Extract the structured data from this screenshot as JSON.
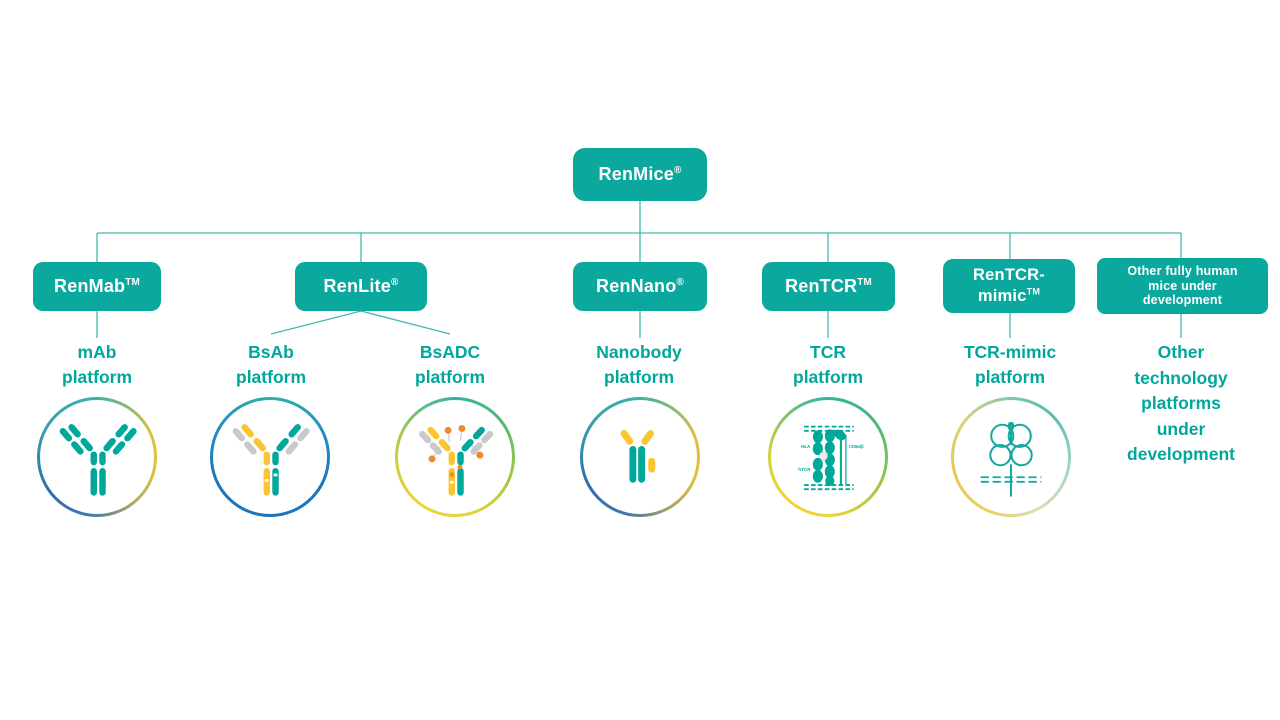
{
  "colors": {
    "box_teal": "#0ba89e",
    "text_teal": "#00a79b",
    "line_teal": "#45b8ae",
    "antibody_yellow": "#fdc431",
    "antibody_gray": "#c9c9c9",
    "payload_orange": "#ee8a31",
    "ring_blue": "#1b75bb"
  },
  "root": {
    "label": "RenMice",
    "mark": "®"
  },
  "nodes": {
    "renmab": {
      "label": "RenMab",
      "mark": "TM"
    },
    "renlite": {
      "label": "RenLite",
      "mark": "®"
    },
    "rennano": {
      "label": "RenNano",
      "mark": "®"
    },
    "rentcr": {
      "label": "RenTCR",
      "mark": "TM"
    },
    "rentcrmimic": {
      "line1": "RenTCR-",
      "line2": "mimic",
      "mark": "TM"
    },
    "other": {
      "line1": "Other fully human",
      "line2": "mice under",
      "line3": "development"
    }
  },
  "platforms": {
    "mab": {
      "line1": "mAb",
      "line2": "platform"
    },
    "bsab": {
      "line1": "BsAb",
      "line2": "platform"
    },
    "bsadc": {
      "line1": "BsADC",
      "line2": "platform"
    },
    "nanobody": {
      "line1": "Nanobody",
      "line2": "platform"
    },
    "tcr": {
      "line1": "TCR",
      "line2": "platform"
    },
    "tcrmimic": {
      "line1": "TCR-mimic",
      "line2": "platform"
    },
    "other": {
      "line1": "Other",
      "line2": "technology",
      "line3": "platforms",
      "line4": "under",
      "line5": "development"
    }
  },
  "icon_labels": {
    "tcr": {
      "left_top": "HLA",
      "left_bottom": "hTCR",
      "right": "CD8α/β"
    }
  }
}
